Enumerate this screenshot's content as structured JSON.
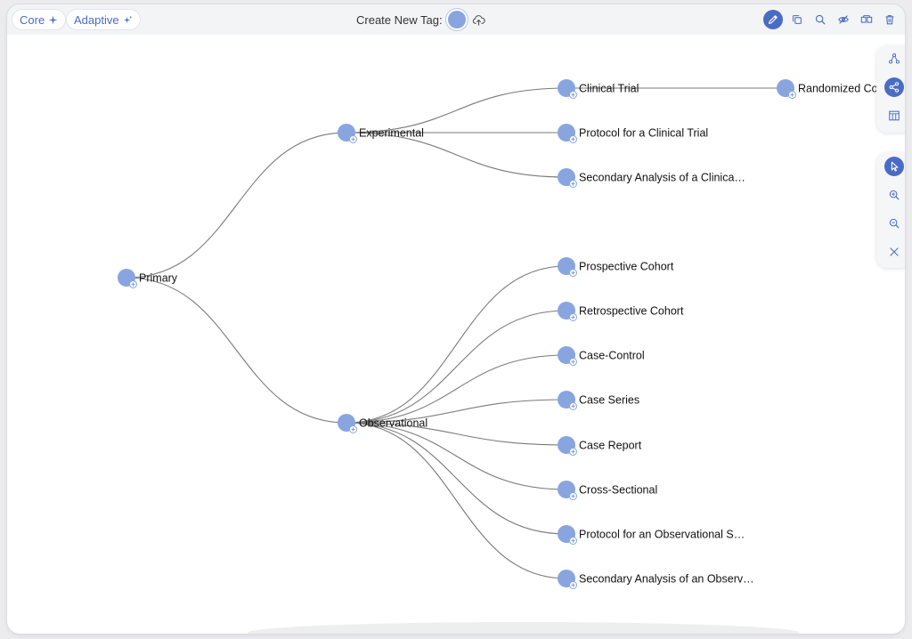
{
  "toolbar": {
    "core_label": "Core",
    "adaptive_label": "Adaptive",
    "create_tag_label": "Create New Tag:"
  },
  "colors": {
    "accent": "#4a6cc4",
    "node": "#89a5e0",
    "edge": "#7a7a7a"
  },
  "icons": {
    "toolbar": [
      "pencil-icon",
      "copy-icon",
      "search-icon",
      "eye-off-icon",
      "compare-icon",
      "trash-icon"
    ],
    "view_panel": [
      "tree-layout-icon",
      "share-network-icon",
      "table-icon"
    ],
    "control_panel": [
      "cursor-icon",
      "zoom-in-icon",
      "zoom-out-icon",
      "close-icon"
    ]
  },
  "tree": {
    "root": "Primary",
    "branches": [
      {
        "label": "Experimental",
        "children": [
          {
            "label": "Clinical Trial",
            "children": [
              {
                "label": "Randomized Co"
              }
            ]
          },
          {
            "label": "Protocol for a Clinical Trial"
          },
          {
            "label": "Secondary Analysis of a Clinica…"
          }
        ]
      },
      {
        "label": "Observational",
        "children": [
          {
            "label": "Prospective Cohort"
          },
          {
            "label": "Retrospective Cohort"
          },
          {
            "label": "Case-Control"
          },
          {
            "label": "Case Series"
          },
          {
            "label": "Case Report"
          },
          {
            "label": "Cross-Sectional"
          },
          {
            "label": "Protocol for an Observational S…"
          },
          {
            "label": "Secondary Analysis of an Observ…"
          }
        ]
      }
    ]
  }
}
